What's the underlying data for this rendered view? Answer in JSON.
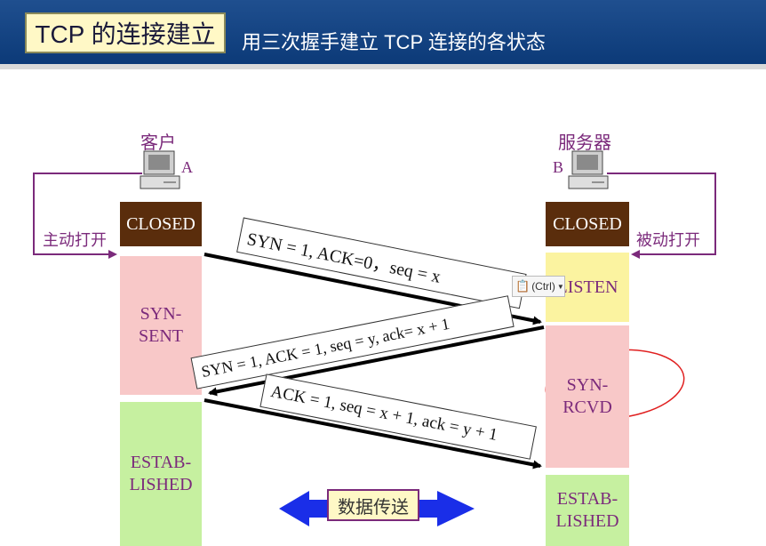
{
  "header": {
    "title": "TCP 的连接建立",
    "subtitle": "用三次握手建立 TCP 连接的各状态"
  },
  "client": {
    "label": "客户",
    "tag": "A",
    "action": "主动打开"
  },
  "server": {
    "label": "服务器",
    "tag": "B",
    "action": "被动打开"
  },
  "client_states": [
    {
      "id": "closed",
      "text": "CLOSED"
    },
    {
      "id": "syn_sent",
      "text": "SYN-\nSENT"
    },
    {
      "id": "established",
      "text": "ESTAB-\nLISHED"
    }
  ],
  "server_states": [
    {
      "id": "closed",
      "text": "CLOSED"
    },
    {
      "id": "listen",
      "text": "LISTEN"
    },
    {
      "id": "syn_rcvd",
      "text": "SYN-\nRCVD"
    },
    {
      "id": "established",
      "text": "ESTAB-\nLISHED"
    }
  ],
  "messages": [
    {
      "text": "SYN = 1, ACK=0，seq = x"
    },
    {
      "text": "SYN = 1, ACK = 1, seq = y, ack= x + 1"
    },
    {
      "text": "ACK = 1, seq = x + 1, ack = y + 1"
    }
  ],
  "transfer_label": "数据传送",
  "paste_popup": {
    "label": "(Ctrl)"
  },
  "colors": {
    "header": "#0c3a78",
    "title_bg": "#fff8c6",
    "closed": "#5a2d0c",
    "syn": "#f8c8c8",
    "listen": "#fbf3a0",
    "established": "#c6f0a0",
    "label": "#7b2a7b",
    "annotation": "#e02020",
    "transfer_arrow": "#1a2ee8"
  },
  "icons": [
    "computer-icon",
    "clipboard-icon",
    "double-arrow-icon"
  ]
}
